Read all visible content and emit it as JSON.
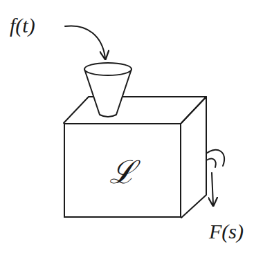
{
  "diagram": {
    "nodes": [
      {
        "text": [
          "ℒ"
        ]
      }
    ],
    "labels": [
      "f(t)",
      "F(s)"
    ]
  }
}
